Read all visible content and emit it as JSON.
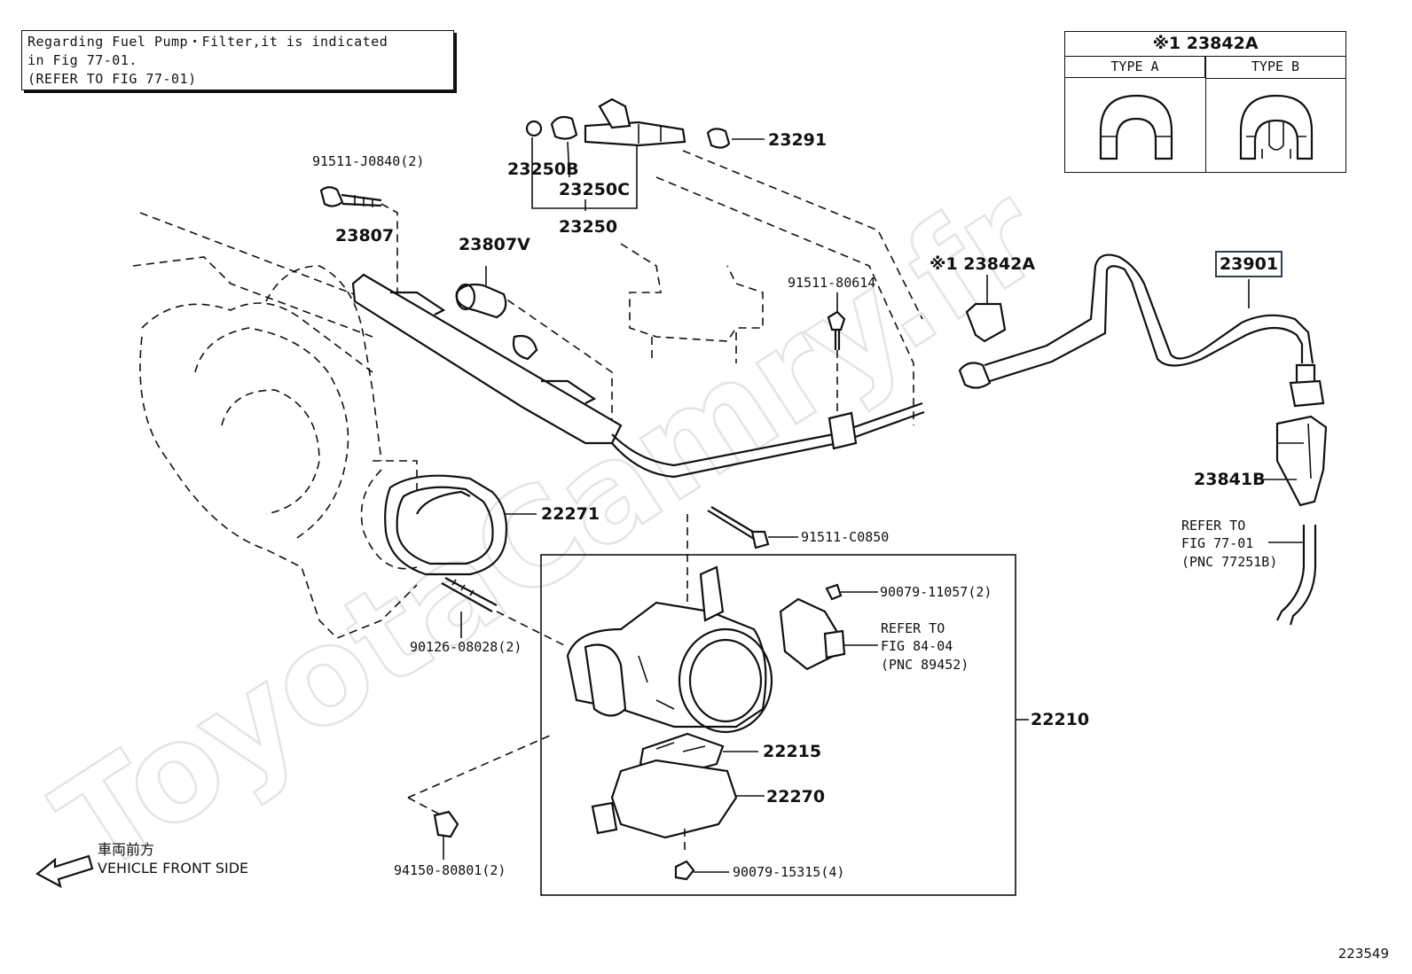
{
  "note": {
    "line1": "Regarding Fuel Pump・Filter,it is indicated",
    "line2": "in Fig 77-01.",
    "line3": "(REFER TO FIG 77-01)"
  },
  "type_table": {
    "title": "※1 23842A",
    "col_a": "TYPE A",
    "col_b": "TYPE B"
  },
  "parts": {
    "p_91511_j0840": "91511-J0840(2)",
    "p_23807": "23807",
    "p_23807v": "23807V",
    "p_23250b": "23250B",
    "p_23250c": "23250C",
    "p_23250": "23250",
    "p_23291": "23291",
    "p_91511_80614": "91511-80614",
    "p_23842a": "※1 23842A",
    "p_23901": "23901",
    "p_23841b": "23841B",
    "p_22271": "22271",
    "p_91511_c0850": "91511-C0850",
    "p_90079_11057": "90079-11057(2)",
    "p_90126_08028": "90126-08028(2)",
    "p_22210": "22210",
    "p_22215": "22215",
    "p_22270": "22270",
    "p_94150_80801": "94150-80801(2)",
    "p_90079_15315": "90079-15315(4)"
  },
  "refer_fig_84": {
    "line1": "REFER TO",
    "line2": "FIG 84-04",
    "line3": "(PNC 89452)"
  },
  "refer_fig_77": {
    "line1": "REFER TO",
    "line2": "FIG 77-01",
    "line3": "(PNC 77251B)"
  },
  "front_side": {
    "japanese": "車両前方",
    "english": "VEHICLE FRONT SIDE"
  },
  "watermark": "ToyotaCamry.fr",
  "diagram_id": "223549"
}
